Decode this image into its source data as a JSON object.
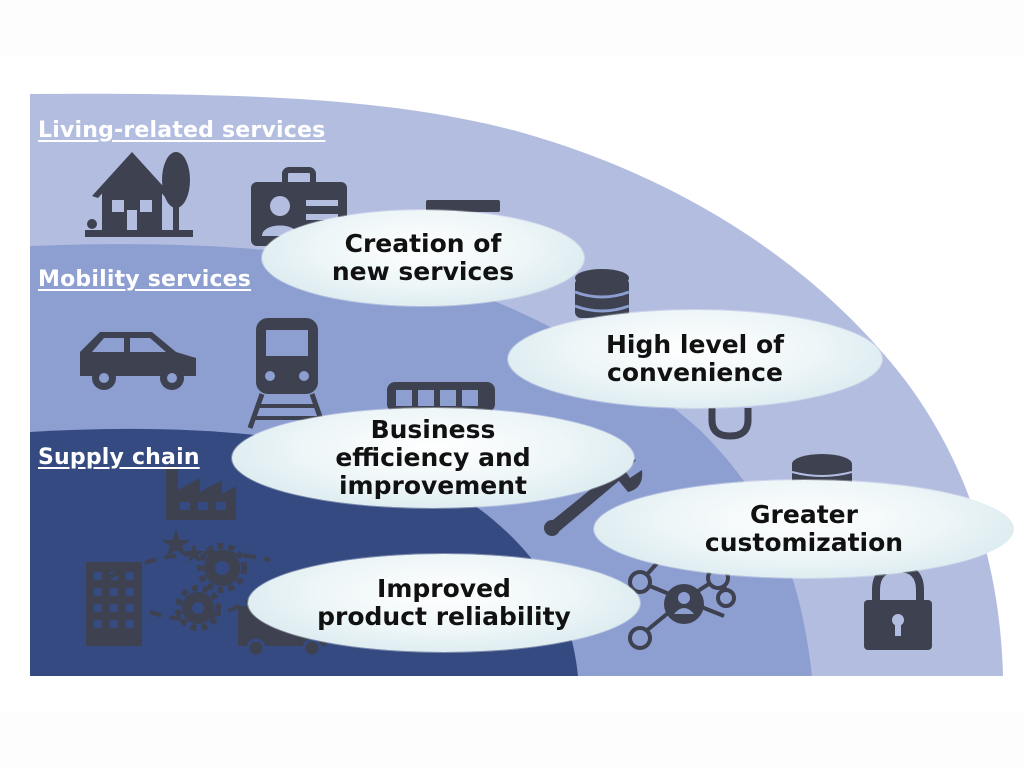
{
  "labels": {
    "living": "Living-related services",
    "mobility": "Mobility services",
    "supply": "Supply chain"
  },
  "bubbles": {
    "creation": [
      "Creation of",
      "new services"
    ],
    "convenience": [
      "High level of",
      "convenience"
    ],
    "business": [
      "Business",
      "efficiency and",
      "improvement"
    ],
    "customization": [
      "Greater",
      "customization"
    ],
    "reliability": [
      "Improved",
      "product reliability"
    ]
  },
  "colors": {
    "outer": "#b3bde0",
    "middle": "#8d9ed1",
    "inner": "#354a80",
    "icon": "#3d4150",
    "label": "#ffffff"
  },
  "icons": [
    "house-icon",
    "id-card-icon",
    "monitor-icon",
    "database-icon",
    "car-icon",
    "train-icon",
    "bus-icon",
    "handbag-icon",
    "factory-icon",
    "wrench-icon",
    "coins-icon",
    "office-building-icon",
    "gears-icon",
    "truck-icon",
    "network-people-icon",
    "padlock-icon"
  ]
}
